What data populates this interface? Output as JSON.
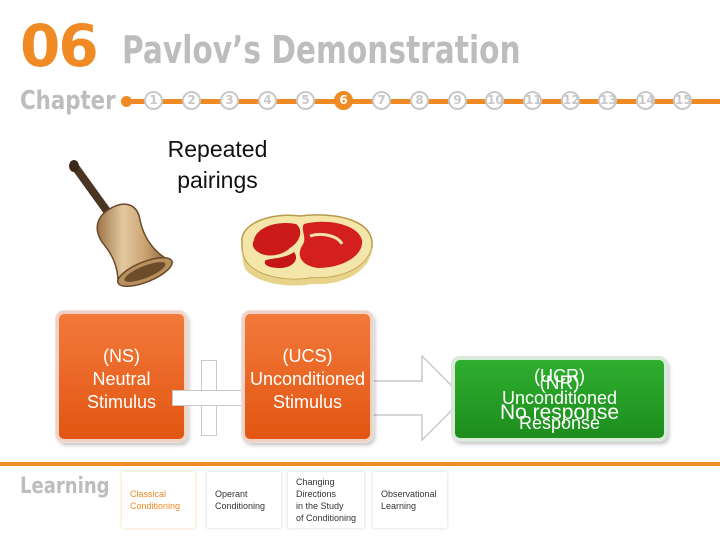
{
  "header": {
    "chapter_number": "06",
    "chapter_label": "Chapter",
    "title": "Pavlov’s Demonstration",
    "chapters": [
      "1",
      "2",
      "3",
      "4",
      "5",
      "6",
      "7",
      "8",
      "9",
      "10",
      "11",
      "12",
      "13",
      "14",
      "15"
    ],
    "active_chapter": "6"
  },
  "diagram": {
    "caption": "Repeated\npairings",
    "ns_box": "(NS)\nNeutral\nStimulus",
    "ucs_box": "(UCS)\nUnconditioned\nStimulus",
    "result_box": {
      "line1": "(UCR)",
      "line2": "(NR)",
      "line3": "Unconditioned",
      "line4": "No response",
      "line5": "Response"
    }
  },
  "footer": {
    "label": "Learning",
    "tabs": [
      "Classical\nConditioning",
      "Operant\nConditioning",
      "Changing\nDirections\nin the Study\nof Conditioning",
      "Observational\nLearning"
    ]
  },
  "colors": {
    "accent": "#f08a24",
    "stimulus_box": "#e8621c",
    "response_box": "#24a024",
    "muted_text": "#bdbdbd"
  }
}
